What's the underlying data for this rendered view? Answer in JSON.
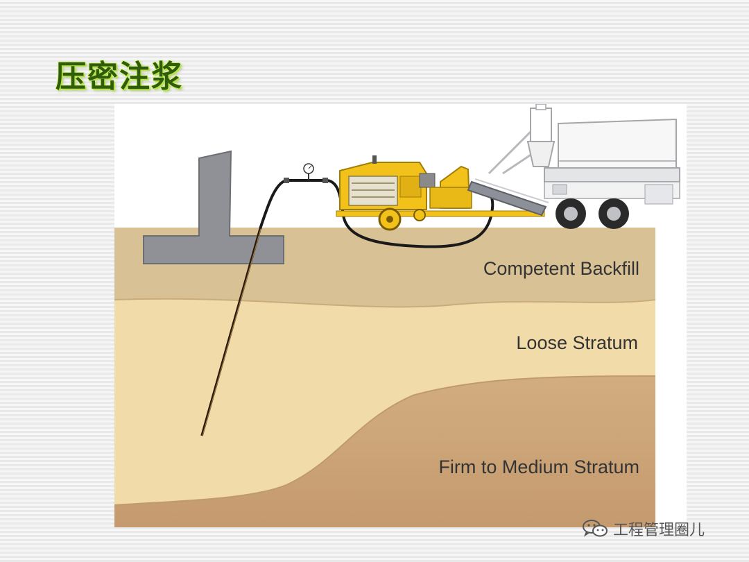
{
  "slide": {
    "title": "压密注浆"
  },
  "diagram": {
    "labels": {
      "competent_backfill": "Competent Backfill",
      "loose_stratum": "Loose Stratum",
      "firm_medium_stratum": "Firm to Medium Stratum"
    },
    "colors": {
      "backfill": "#d9c196",
      "loose": "#f1dba9",
      "firm": "#d5b387",
      "pump": "#f2c21b",
      "foundation": "#8f9196",
      "hose": "#1a1a1a"
    }
  },
  "watermark": {
    "icon": "wechat-icon",
    "text": "工程管理圈儿"
  }
}
